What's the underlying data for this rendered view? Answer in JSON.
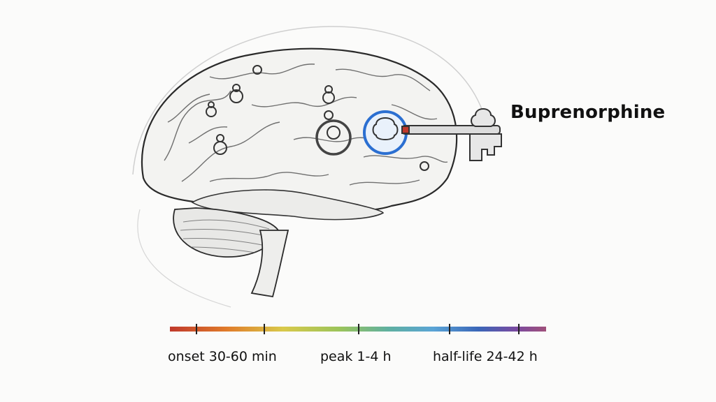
{
  "drug": {
    "name": "Buprenorphine"
  },
  "timeline": {
    "labels": [
      {
        "id": "onset",
        "text": "onset 30-60 min"
      },
      {
        "id": "peak",
        "text": "peak 1-4 h"
      },
      {
        "id": "half_life",
        "text": "half-life 24-42 h"
      }
    ],
    "colors": [
      "#c0392b",
      "#e07b2a",
      "#d9c94a",
      "#9bc45a",
      "#5fb0a0",
      "#5aa4d6",
      "#3a66b8",
      "#7a4aa0",
      "#a0507a"
    ]
  },
  "illustration": {
    "subject": "brain-sketch",
    "key_color": "#2b6fd1"
  }
}
